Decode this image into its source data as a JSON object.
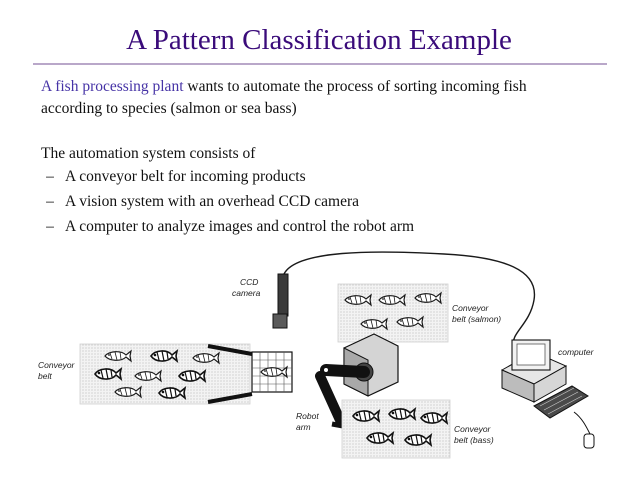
{
  "slide": {
    "title": "A Pattern Classification Example",
    "intro": {
      "highlight": "A fish processing plant",
      "rest": " wants to automate the process of sorting incoming fish",
      "line2": "according to species (salmon or sea bass)"
    },
    "system_intro": "The automation system consists of",
    "bullet_marker": "–",
    "bullets": [
      "A conveyor belt for incoming products",
      "A vision system with an overhead CCD camera",
      "A computer to analyze images and control the robot arm"
    ]
  },
  "figure": {
    "labels": {
      "ccd_line1": "CCD",
      "ccd_line2": "camera",
      "conveyor_salmon_line1": "Conveyor",
      "conveyor_salmon_line2": "belt (salmon)",
      "computer": "computer",
      "conveyor_in_line1": "Conveyor",
      "conveyor_in_line2": "belt",
      "robot_line1": "Robot",
      "robot_line2": "arm",
      "conveyor_bass_line1": "Conveyor",
      "conveyor_bass_line2": "belt (bass)"
    }
  },
  "colors": {
    "title": "#3a0b7a",
    "highlight": "#4633a6",
    "rule": "#b9a7c9"
  }
}
